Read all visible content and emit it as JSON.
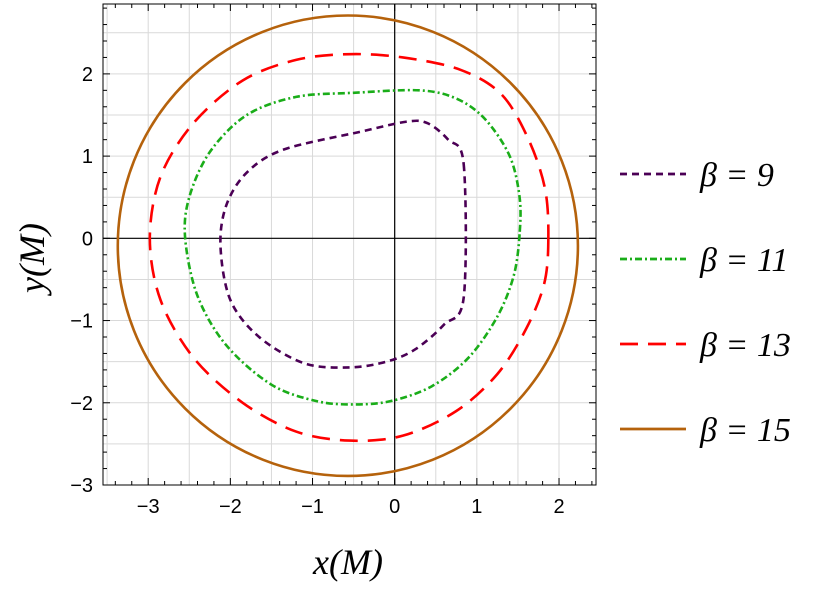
{
  "chart_data": {
    "type": "line",
    "xlabel": "x(M)",
    "ylabel": "y(M)",
    "xlim": [
      -3.55,
      2.45
    ],
    "ylim": [
      -3.0,
      2.85
    ],
    "grid": true,
    "legend_position": "right",
    "x_ticks": [
      -3,
      -2,
      -1,
      0,
      1,
      2
    ],
    "y_ticks": [
      -3,
      -2,
      -1,
      0,
      1,
      2
    ],
    "x_tick_labels": [
      "-3",
      "-2",
      "-1",
      "0",
      "1",
      "2"
    ],
    "y_tick_labels": [
      "-3",
      "-2",
      "-1",
      "0",
      "1",
      "2"
    ],
    "series": [
      {
        "name": "β = 9",
        "color": "#4b0055",
        "dash": "dashed",
        "points": [
          [
            0.84,
            0.9
          ],
          [
            0.84,
            -0.72
          ],
          [
            0.6,
            -1.05
          ],
          [
            0.25,
            -1.35
          ],
          [
            -0.1,
            -1.5
          ],
          [
            -0.55,
            -1.57
          ],
          [
            -1.1,
            -1.52
          ],
          [
            -1.65,
            -1.2
          ],
          [
            -2.0,
            -0.75
          ],
          [
            -2.12,
            -0.1
          ],
          [
            -2.05,
            0.4
          ],
          [
            -1.8,
            0.8
          ],
          [
            -1.35,
            1.08
          ],
          [
            -0.4,
            1.3
          ],
          [
            0.15,
            1.42
          ],
          [
            0.4,
            1.4
          ],
          [
            0.65,
            1.2
          ],
          [
            0.84,
            0.9
          ]
        ]
      },
      {
        "name": "β = 11",
        "color": "#1aad19",
        "dash": "dashdot",
        "points": [
          [
            1.52,
            0.05
          ],
          [
            1.45,
            -0.45
          ],
          [
            1.25,
            -0.95
          ],
          [
            0.9,
            -1.45
          ],
          [
            0.45,
            -1.8
          ],
          [
            -0.05,
            -1.98
          ],
          [
            -0.5,
            -2.02
          ],
          [
            -0.95,
            -1.98
          ],
          [
            -1.5,
            -1.78
          ],
          [
            -2.05,
            -1.3
          ],
          [
            -2.4,
            -0.7
          ],
          [
            -2.55,
            0.0
          ],
          [
            -2.5,
            0.5
          ],
          [
            -2.25,
            1.05
          ],
          [
            -1.8,
            1.5
          ],
          [
            -1.2,
            1.72
          ],
          [
            -0.5,
            1.77
          ],
          [
            0.3,
            1.8
          ],
          [
            0.75,
            1.7
          ],
          [
            1.1,
            1.45
          ],
          [
            1.4,
            1.0
          ],
          [
            1.52,
            0.5
          ],
          [
            1.52,
            0.05
          ]
        ]
      },
      {
        "name": "β = 13",
        "color": "#ff0000",
        "dash": "longdash",
        "points": [
          [
            1.87,
            0.0
          ],
          [
            1.82,
            -0.55
          ],
          [
            1.6,
            -1.1
          ],
          [
            1.25,
            -1.65
          ],
          [
            0.75,
            -2.1
          ],
          [
            0.1,
            -2.4
          ],
          [
            -0.55,
            -2.46
          ],
          [
            -1.2,
            -2.35
          ],
          [
            -1.85,
            -2.0
          ],
          [
            -2.45,
            -1.45
          ],
          [
            -2.85,
            -0.75
          ],
          [
            -2.98,
            0.0
          ],
          [
            -2.85,
            0.75
          ],
          [
            -2.45,
            1.4
          ],
          [
            -1.85,
            1.92
          ],
          [
            -1.2,
            2.17
          ],
          [
            -0.55,
            2.24
          ],
          [
            0.1,
            2.2
          ],
          [
            0.8,
            2.05
          ],
          [
            1.3,
            1.75
          ],
          [
            1.63,
            1.2
          ],
          [
            1.83,
            0.6
          ],
          [
            1.87,
            0.0
          ]
        ]
      },
      {
        "name": "β = 15",
        "color": "#b5620c",
        "dash": "solid",
        "center": [
          -0.57,
          -0.09
        ],
        "radius": 2.8
      }
    ]
  }
}
